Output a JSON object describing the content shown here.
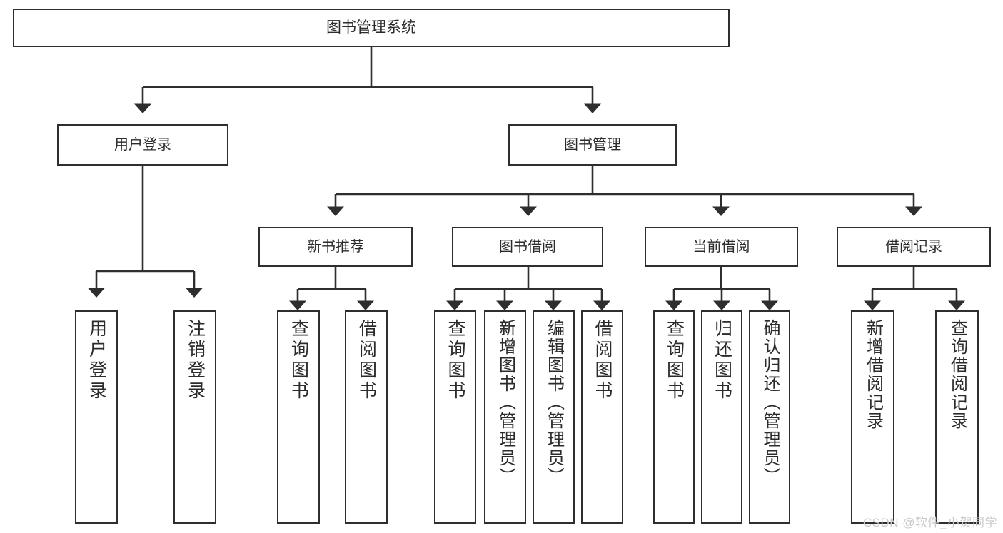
{
  "diagram": {
    "title": "图书管理系统",
    "type": "hierarchy-tree",
    "background_color": "#ffffff",
    "box_border_color": "#2e2e2e",
    "text_color": "#2b2b2b",
    "connector_color": "#2e2e2e"
  },
  "nodes": {
    "root": {
      "label": "图书管理系统",
      "level": 0
    },
    "l1": [
      {
        "label": "用户登录",
        "level": 1
      },
      {
        "label": "图书管理",
        "level": 1
      }
    ],
    "l2": [
      {
        "label": "新书推荐",
        "level": 2
      },
      {
        "label": "图书借阅",
        "level": 2
      },
      {
        "label": "当前借阅",
        "level": 2
      },
      {
        "label": "借阅记录",
        "level": 2
      }
    ],
    "leaves": {
      "user_login": [
        {
          "label": "用户登录"
        },
        {
          "label": "注销登录"
        }
      ],
      "new_book_recommend": [
        {
          "label": "查询图书"
        },
        {
          "label": "借阅图书"
        }
      ],
      "book_borrow": [
        {
          "label": "查询图书"
        },
        {
          "label": "新增图书（管理员）"
        },
        {
          "label": "编辑图书（管理员）"
        },
        {
          "label": "借阅图书"
        }
      ],
      "current_borrow": [
        {
          "label": "查询图书"
        },
        {
          "label": "归还图书"
        },
        {
          "label": "确认归还（管理员）"
        }
      ],
      "borrow_record": [
        {
          "label": "新增借阅记录"
        },
        {
          "label": "查询借阅记录"
        }
      ]
    }
  },
  "watermark": {
    "text": "CSDN @软件_小贺同学"
  }
}
